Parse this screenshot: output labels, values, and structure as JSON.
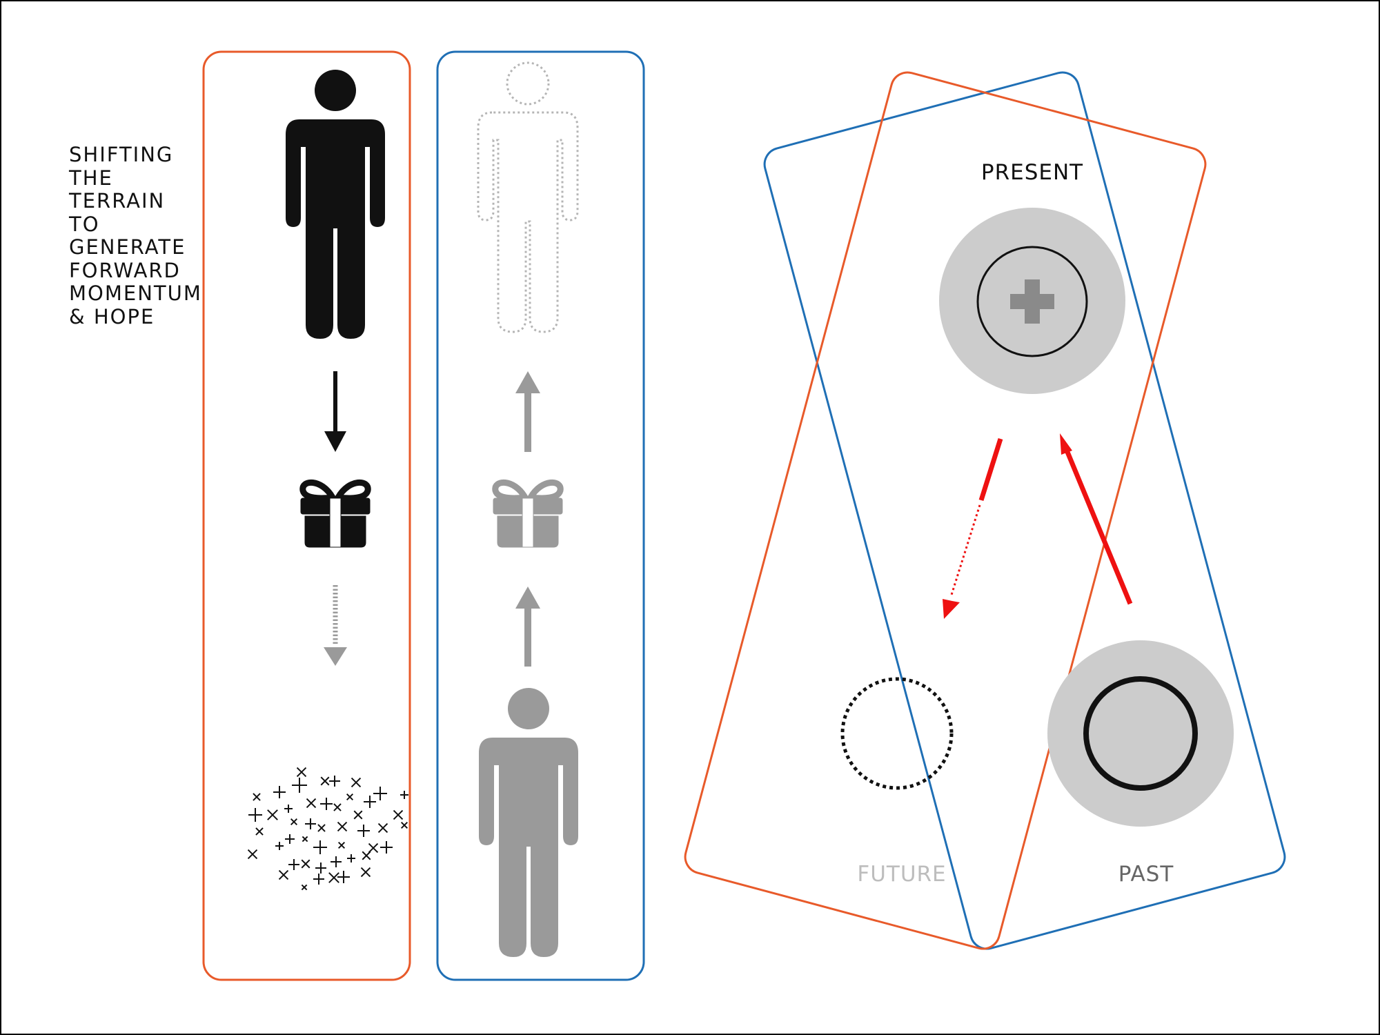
{
  "title_lines": [
    "SHIFTING",
    "THE",
    "TERRAIN",
    "TO",
    "GENERATE",
    "FORWARD",
    "MOMENTUM",
    "& HOPE"
  ],
  "labels": {
    "present": "PRESENT",
    "future": "FUTURE",
    "past": "PAST"
  },
  "colors": {
    "orange": "#e85a2a",
    "blue": "#1f6fb5",
    "black": "#111111",
    "gray": "#9a9a9a",
    "light_gray": "#cccccc",
    "red": "#ee1111",
    "future_text": "#bdbdbd",
    "past_text": "#666666"
  },
  "icons": {
    "left_column": [
      "person-icon",
      "arrow-down-icon",
      "gift-icon",
      "dotted-arrow-down-icon",
      "scattered-crosses-icon"
    ],
    "right_column": [
      "dotted-person-outline-icon",
      "arrow-up-icon",
      "gift-icon",
      "arrow-up-icon",
      "person-icon"
    ],
    "present": "plus-circle-icon",
    "future": "dotted-circle-icon",
    "past": "filled-circle-icon"
  }
}
